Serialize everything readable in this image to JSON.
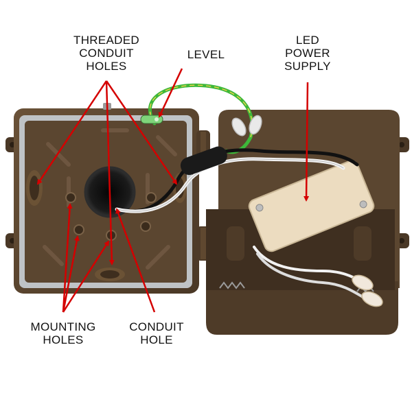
{
  "labels": {
    "threaded_conduit_holes": [
      "THREADED",
      "CONDUIT",
      "HOLES"
    ],
    "level": [
      "LEVEL"
    ],
    "led_power_supply": [
      "LED",
      "POWER",
      "SUPPLY"
    ],
    "mounting_holes": [
      "MOUNTING",
      "HOLES"
    ],
    "conduit_hole": [
      "CONDUIT",
      "HOLE"
    ]
  },
  "colors": {
    "background": "#ffffff",
    "enclosure_bronze": "#5b4630",
    "enclosure_dark": "#3f2f20",
    "callout_arrow": "#d40000",
    "wire_green": "#3db83a",
    "wire_white": "#f2f2f2",
    "wire_black": "#111111",
    "power_supply_body": "#ecdcc0",
    "gasket_silver": "#bfc3c6"
  }
}
